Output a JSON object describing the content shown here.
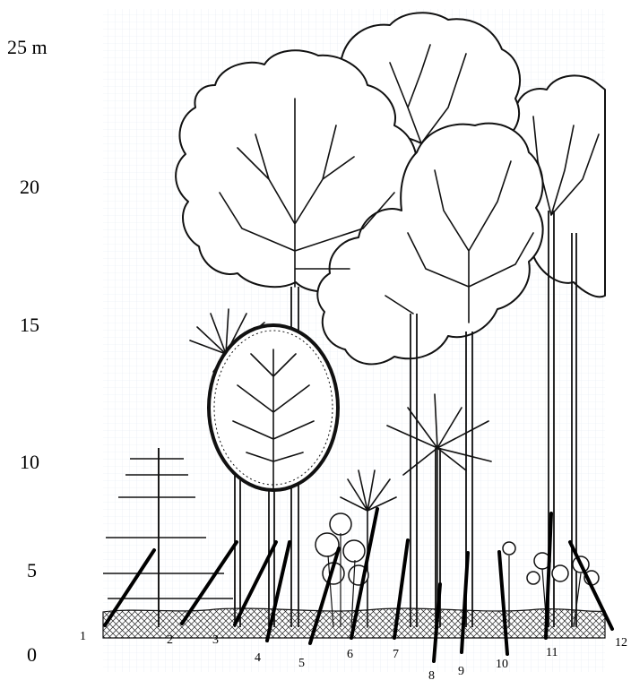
{
  "scale": {
    "labels": [
      "25 m",
      "20",
      "15",
      "10",
      "5",
      "0"
    ]
  },
  "callouts": [
    "1",
    "2",
    "3",
    "4",
    "5",
    "6",
    "7",
    "8",
    "9",
    "10",
    "11",
    "12"
  ],
  "colors": {
    "ink": "#111111",
    "grid": "#e3e9f2",
    "background": "#ffffff"
  }
}
